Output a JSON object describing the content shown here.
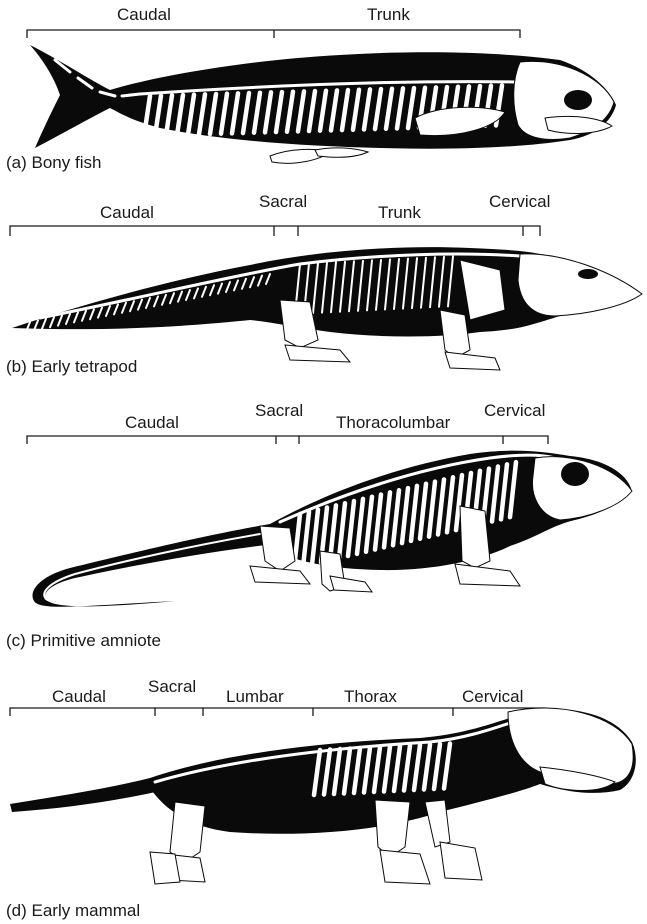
{
  "panels": [
    {
      "caption": "(a) Bony fish",
      "regions": [
        "Caudal",
        "Trunk"
      ],
      "animal": "fish"
    },
    {
      "caption": "(b) Early tetrapod",
      "regions": [
        "Caudal",
        "Sacral",
        "Trunk",
        "Cervical"
      ],
      "animal": "tetrapod"
    },
    {
      "caption": "(c) Primitive amniote",
      "regions": [
        "Caudal",
        "Sacral",
        "Thoracolumbar",
        "Cervical"
      ],
      "animal": "amniote"
    },
    {
      "caption": "(d) Early mammal",
      "regions": [
        "Caudal",
        "Sacral",
        "Lumbar",
        "Thorax",
        "Cervical"
      ],
      "animal": "mammal"
    }
  ],
  "colors": {
    "silhouette": "#0a0a0a",
    "bone": "#ffffff",
    "text": "#1a1a1a"
  }
}
